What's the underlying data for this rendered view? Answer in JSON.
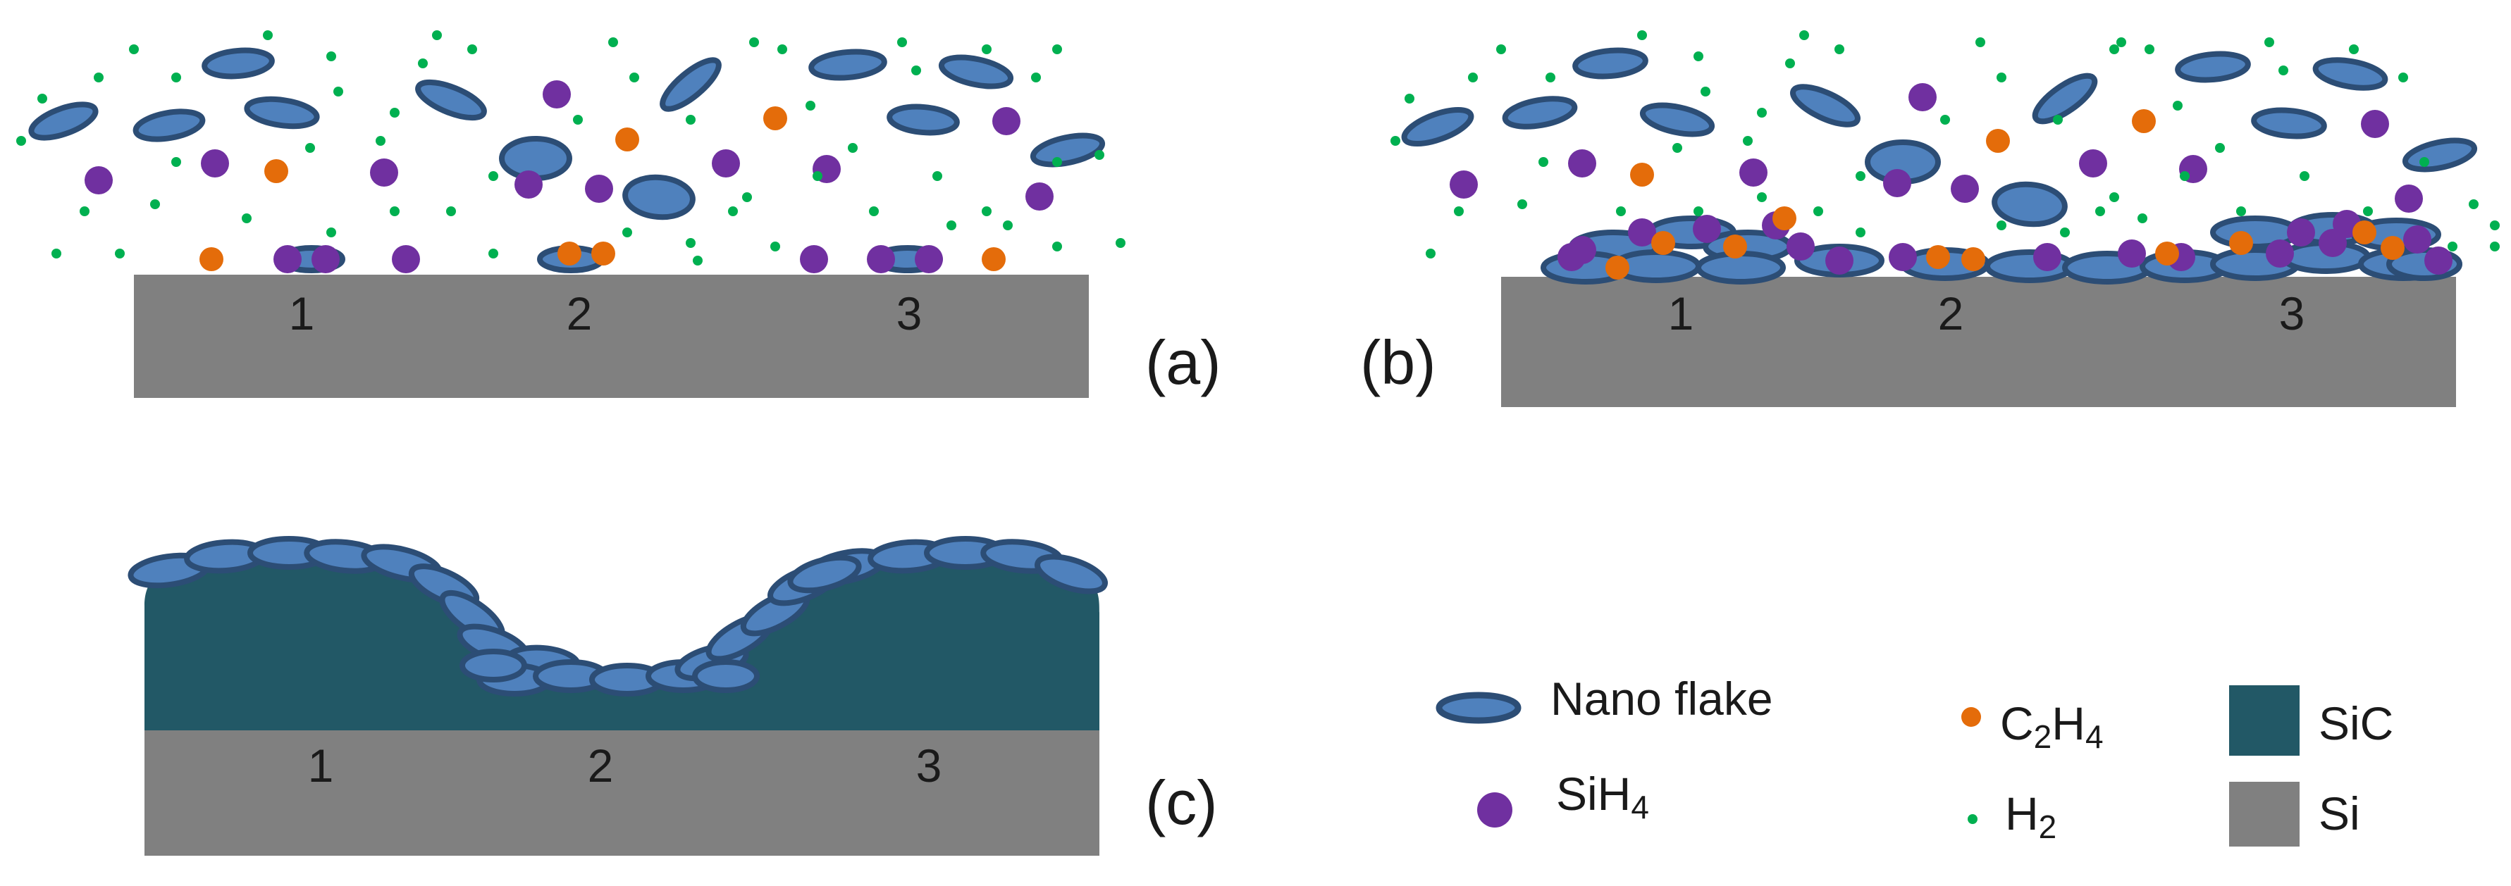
{
  "panels": {
    "a": {
      "label": "(a)",
      "sites": [
        "1",
        "2",
        "3"
      ]
    },
    "b": {
      "label": "(b)",
      "sites": [
        "1",
        "2",
        "3"
      ]
    },
    "c": {
      "label": "(c)",
      "sites": [
        "1",
        "2",
        "3"
      ]
    }
  },
  "legend": {
    "nano_flake": {
      "label": "Nano flake"
    },
    "c2h4": {
      "main": "C",
      "sub1": "2",
      "mid": "H",
      "sub2": "4"
    },
    "sic": {
      "label": "SiC"
    },
    "sih4": {
      "main": "SiH",
      "sub": "4"
    },
    "h2": {
      "main": "H",
      "sub": "2"
    },
    "si": {
      "label": "Si"
    }
  },
  "colors": {
    "substrate_si": "#808080",
    "sic": "#225866",
    "flake_fill": "#4f81bd",
    "flake_stroke": "#2c4d75",
    "sih4": "#7030a0",
    "c2h4": "#e46c0a",
    "h2": "#00b050"
  }
}
